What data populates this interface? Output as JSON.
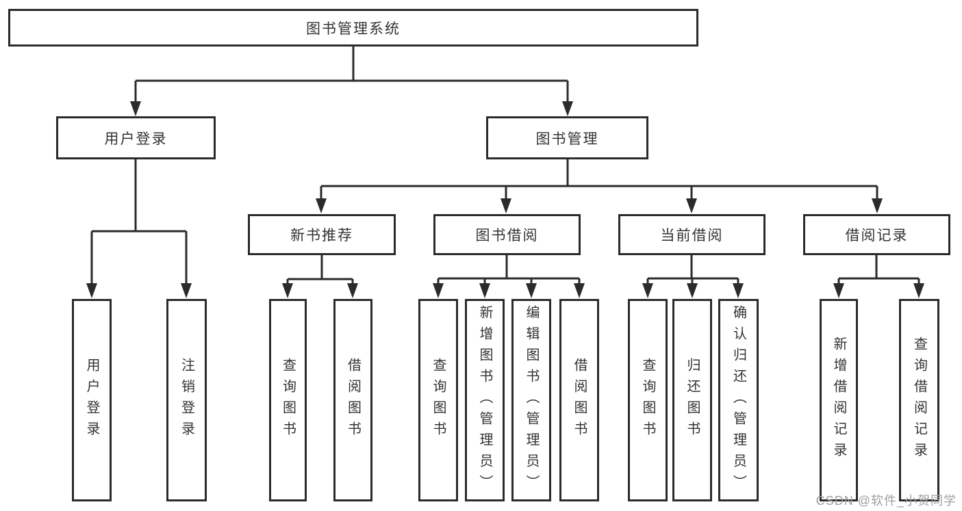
{
  "diagram": {
    "type": "hierarchy-tree",
    "root": {
      "label": "图书管理系统"
    },
    "level2": [
      {
        "id": "user-login",
        "label": "用户登录"
      },
      {
        "id": "book-management",
        "label": "图书管理"
      }
    ],
    "level3": [
      {
        "id": "new-book-recommend",
        "parent": "book-management",
        "label": "新书推荐"
      },
      {
        "id": "book-borrow",
        "parent": "book-management",
        "label": "图书借阅"
      },
      {
        "id": "current-borrow",
        "parent": "book-management",
        "label": "当前借阅"
      },
      {
        "id": "borrow-records",
        "parent": "book-management",
        "label": "借阅记录"
      }
    ],
    "leaves": [
      {
        "parent": "user-login",
        "label": "用户登录"
      },
      {
        "parent": "user-login",
        "label": "注销登录"
      },
      {
        "parent": "new-book-recommend",
        "label": "查询图书"
      },
      {
        "parent": "new-book-recommend",
        "label": "借阅图书"
      },
      {
        "parent": "book-borrow",
        "label": "查询图书"
      },
      {
        "parent": "book-borrow",
        "label": "新增图书（管理员）"
      },
      {
        "parent": "book-borrow",
        "label": "编辑图书（管理员）"
      },
      {
        "parent": "book-borrow",
        "label": "借阅图书"
      },
      {
        "parent": "current-borrow",
        "label": "查询图书"
      },
      {
        "parent": "current-borrow",
        "label": "归还图书"
      },
      {
        "parent": "current-borrow",
        "label": "确认归还（管理员）"
      },
      {
        "parent": "borrow-records",
        "label": "新增借阅记录"
      },
      {
        "parent": "borrow-records",
        "label": "查询借阅记录"
      }
    ]
  },
  "watermark": "CSDN @软件_小贺同学",
  "colors": {
    "line": "#2b2b2b",
    "text": "#333333",
    "background": "#ffffff",
    "watermark": "#9f9f9f"
  }
}
